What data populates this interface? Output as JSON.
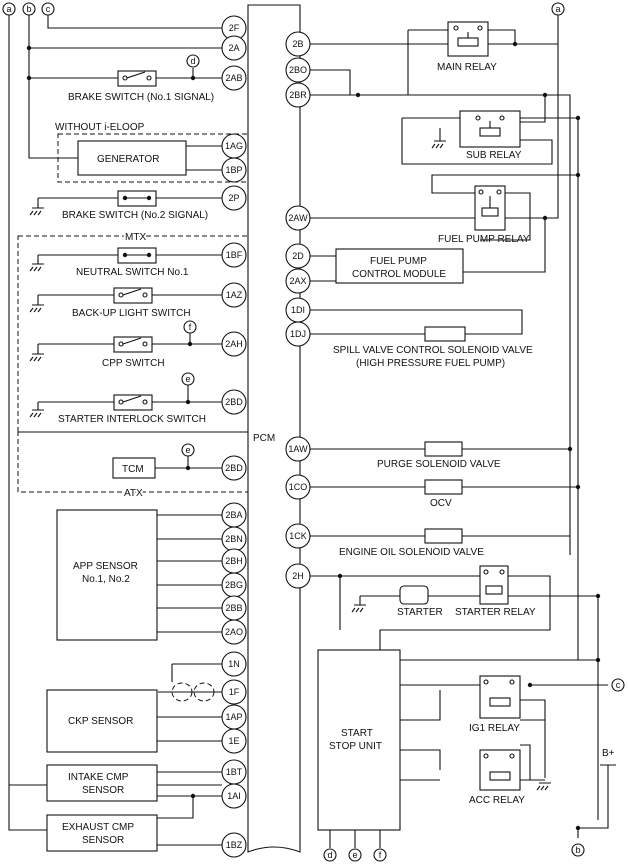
{
  "refs": {
    "a": "a",
    "b": "b",
    "c": "c",
    "d": "d",
    "e": "e",
    "f": "f"
  },
  "pcm_label": "PCM",
  "pins": {
    "p2F": "2F",
    "p2A": "2A",
    "p2AB": "2AB",
    "p1AG": "1AG",
    "p1BP": "1BP",
    "p2P": "2P",
    "p1BF": "1BF",
    "p1AZ": "1AZ",
    "p2AH": "2AH",
    "p2BD1": "2BD",
    "p2BD2": "2BD",
    "p2BA": "2BA",
    "p2BN": "2BN",
    "p2BH": "2BH",
    "p2BG": "2BG",
    "p2BB": "2BB",
    "p2AO": "2AO",
    "p1N": "1N",
    "p1F": "1F",
    "p1AP": "1AP",
    "p1E": "1E",
    "p1BT": "1BT",
    "p1AI": "1AI",
    "p1BZ": "1BZ",
    "p2B": "2B",
    "p2BO": "2BO",
    "p2BR": "2BR",
    "p2AW": "2AW",
    "p2D": "2D",
    "p2AX": "2AX",
    "p1DI": "1DI",
    "p1DJ": "1DJ",
    "p1AW": "1AW",
    "p1CO": "1CO",
    "p1CK": "1CK",
    "p2H": "2H"
  },
  "left": {
    "brake_switch_1": "BRAKE SWITCH (No.1 SIGNAL)",
    "without_eloop": "WITHOUT i-ELOOP",
    "generator": "GENERATOR",
    "brake_switch_2": "BRAKE SWITCH (No.2 SIGNAL)",
    "mtx": "MTX",
    "neutral_switch": "NEUTRAL SWITCH No.1",
    "backup_light_switch": "BACK-UP LIGHT SWITCH",
    "cpp_switch": "CPP SWITCH",
    "starter_interlock": "STARTER INTERLOCK SWITCH",
    "tcm": "TCM",
    "atx": "ATX",
    "app_sensor_1": "APP SENSOR",
    "app_sensor_2": "No.1, No.2",
    "ckp_sensor": "CKP SENSOR",
    "intake_cmp_1": "INTAKE CMP",
    "intake_cmp_2": "SENSOR",
    "exhaust_cmp_1": "EXHAUST CMP",
    "exhaust_cmp_2": "SENSOR"
  },
  "right": {
    "main_relay": "MAIN RELAY",
    "sub_relay": "SUB RELAY",
    "fuel_pump_relay": "FUEL PUMP RELAY",
    "fuel_pump_module_1": "FUEL PUMP",
    "fuel_pump_module_2": "CONTROL MODULE",
    "spill_valve_1": "SPILL VALVE CONTROL SOLENOID VALVE",
    "spill_valve_2": "(HIGH PRESSURE FUEL PUMP)",
    "purge_solenoid": "PURGE SOLENOID VALVE",
    "ocv": "OCV",
    "engine_oil_solenoid": "ENGINE OIL SOLENOID VALVE",
    "starter": "STARTER",
    "starter_relay": "STARTER RELAY",
    "start_stop_1": "START",
    "start_stop_2": "STOP UNIT",
    "ig1_relay": "IG1 RELAY",
    "acc_relay": "ACC RELAY",
    "battery": "B+"
  }
}
